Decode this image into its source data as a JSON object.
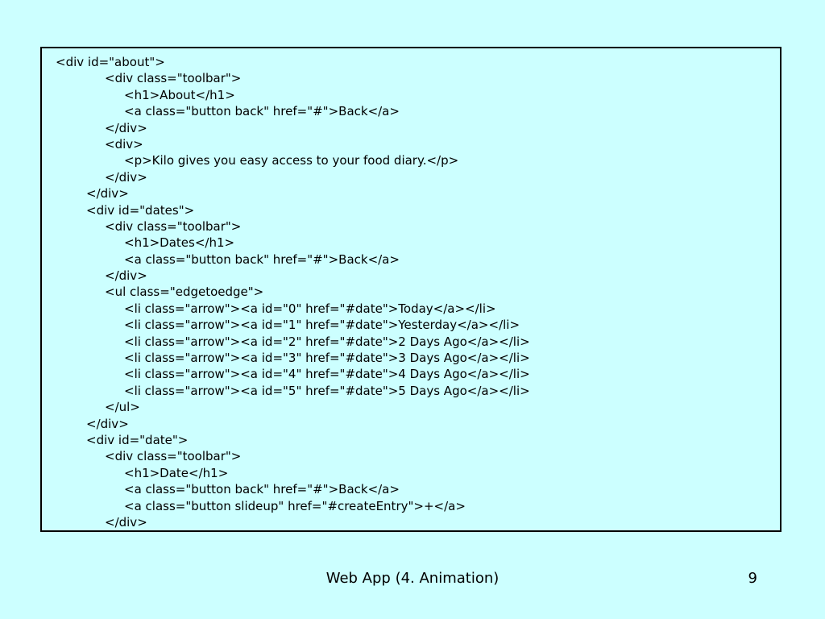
{
  "slide": {
    "background_color": "#ccffff",
    "code_lines": [
      {
        "indent": 0,
        "text": "<div id=\"about\">"
      },
      {
        "indent": 2,
        "text": "<div class=\"toolbar\">"
      },
      {
        "indent": 3,
        "text": "<h1>About</h1>"
      },
      {
        "indent": 3,
        "text": "<a class=\"button back\" href=\"#\">Back</a>"
      },
      {
        "indent": 2,
        "text": "</div>"
      },
      {
        "indent": 2,
        "text": "<div>"
      },
      {
        "indent": 3,
        "text": "<p>Kilo gives you easy access to your food diary.</p>"
      },
      {
        "indent": 2,
        "text": "</div>"
      },
      {
        "indent": 1,
        "text": "</div>"
      },
      {
        "indent": 1,
        "text": "<div id=\"dates\">"
      },
      {
        "indent": 2,
        "text": "<div class=\"toolbar\">"
      },
      {
        "indent": 3,
        "text": "<h1>Dates</h1>"
      },
      {
        "indent": 3,
        "text": "<a class=\"button back\" href=\"#\">Back</a>"
      },
      {
        "indent": 2,
        "text": "</div>"
      },
      {
        "indent": 2,
        "text": "<ul class=\"edgetoedge\">"
      },
      {
        "indent": 3,
        "text": "<li class=\"arrow\"><a id=\"0\" href=\"#date\">Today</a></li>"
      },
      {
        "indent": 3,
        "text": "<li class=\"arrow\"><a id=\"1\" href=\"#date\">Yesterday</a></li>"
      },
      {
        "indent": 3,
        "text": "<li class=\"arrow\"><a id=\"2\" href=\"#date\">2 Days Ago</a></li>"
      },
      {
        "indent": 3,
        "text": "<li class=\"arrow\"><a id=\"3\" href=\"#date\">3 Days Ago</a></li>"
      },
      {
        "indent": 3,
        "text": "<li class=\"arrow\"><a id=\"4\" href=\"#date\">4 Days Ago</a></li>"
      },
      {
        "indent": 3,
        "text": "<li class=\"arrow\"><a id=\"5\" href=\"#date\">5 Days Ago</a></li>"
      },
      {
        "indent": 2,
        "text": "</ul>"
      },
      {
        "indent": 1,
        "text": "</div>"
      },
      {
        "indent": 1,
        "text": "<div id=\"date\">"
      },
      {
        "indent": 2,
        "text": "<div class=\"toolbar\">"
      },
      {
        "indent": 3,
        "text": "<h1>Date</h1>"
      },
      {
        "indent": 3,
        "text": "<a class=\"button back\" href=\"#\">Back</a>"
      },
      {
        "indent": 3,
        "text": "<a class=\"button slideup\" href=\"#createEntry\">+</a>"
      },
      {
        "indent": 2,
        "text": "</div>"
      }
    ]
  },
  "footer": {
    "title": "Web App (4. Animation)",
    "page_number": "9"
  }
}
